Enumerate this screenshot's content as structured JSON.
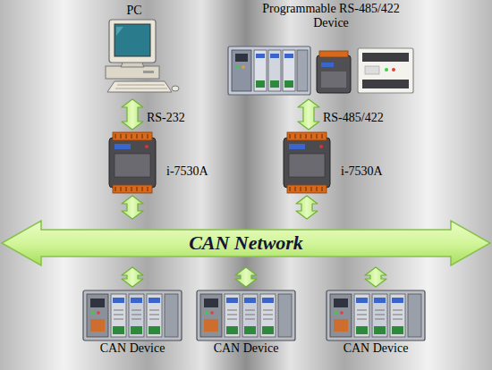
{
  "diagram": {
    "nodes": [
      {
        "text": [
          "PC"
        ]
      },
      {
        "text": [
          "Programmable RS-485/422 Device"
        ]
      },
      {
        "text": [
          "i-7530A"
        ]
      },
      {
        "text": [
          "i-7530A"
        ]
      },
      {
        "text": [
          "CAN Network"
        ]
      },
      {
        "text": [
          "CAN Device"
        ]
      },
      {
        "text": [
          "CAN Device"
        ]
      },
      {
        "text": [
          "CAN Device"
        ]
      }
    ],
    "edges": [
      {
        "from": 0,
        "to": 2,
        "arrow": "both",
        "label": "RS-232"
      },
      {
        "from": 1,
        "to": 3,
        "arrow": "both",
        "label": "RS-485/422"
      },
      {
        "from": 2,
        "to": 4,
        "arrow": "both"
      },
      {
        "from": 3,
        "to": 4,
        "arrow": "both"
      },
      {
        "from": 4,
        "to": 5,
        "arrow": "both"
      },
      {
        "from": 4,
        "to": 6,
        "arrow": "both"
      },
      {
        "from": 4,
        "to": 7,
        "arrow": "both"
      }
    ]
  }
}
